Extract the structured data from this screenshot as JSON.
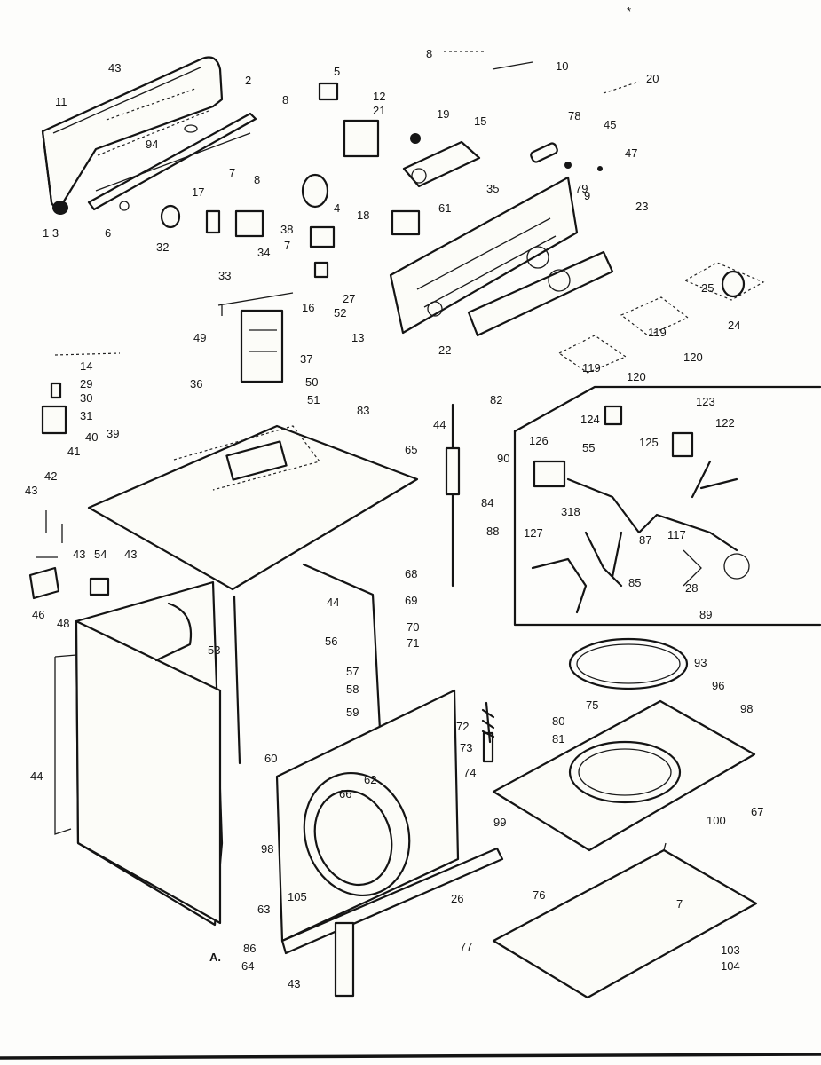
{
  "corner_mark": "*",
  "footer_letter": "A.",
  "callouts": {
    "c1": "43",
    "c2": "11",
    "c3": "2",
    "c4": "8",
    "c5": "5",
    "c6": "12",
    "c7": "21",
    "c8": "19",
    "c9": "15",
    "c10": "8",
    "c11": "10",
    "c12": "20",
    "c13": "78",
    "c14": "45",
    "c15": "47",
    "c16": "79",
    "c17": "94",
    "c18": "8",
    "c19": "7",
    "c20": "17",
    "c21": "38",
    "c22": "4",
    "c23": "7",
    "c24": "18",
    "c25": "61",
    "c26": "35",
    "c27": "9",
    "c28": "23",
    "c29": "1 3",
    "c30": "6",
    "c31": "32",
    "c32": "34",
    "c33": "33",
    "c34": "16",
    "c35": "27",
    "c36": "52",
    "c37": "13",
    "c38": "22",
    "c39": "25",
    "c40": "24",
    "c41": "119",
    "c42": "120",
    "c43": "119",
    "c44": "120",
    "c45": "49",
    "c46": "14",
    "c47": "29",
    "c48": "30",
    "c49": "31",
    "c50": "36",
    "c51": "37",
    "c52": "50",
    "c53": "51",
    "c54": "83",
    "c55": "82",
    "c56": "44",
    "c57": "65",
    "c58": "40",
    "c59": "39",
    "c60": "41",
    "c61": "42",
    "c62": "43",
    "c63": "43",
    "c64": "54",
    "c65": "43",
    "c66": "46",
    "c67": "48",
    "c68": "53",
    "c69": "90",
    "c70": "84",
    "c71": "88",
    "c72": "68",
    "c73": "69",
    "c74": "44",
    "c75": "70",
    "c76": "71",
    "c77": "56",
    "c78": "57",
    "c79": "58",
    "c80": "59",
    "c81": "123",
    "c82": "124",
    "c83": "122",
    "c84": "126",
    "c85": "55",
    "c86": "125",
    "c87": "127",
    "c88": "318",
    "c89": "87",
    "c90": "85",
    "c91": "117",
    "c92": "28",
    "c93": "89",
    "c94": "93",
    "c95": "96",
    "c96": "98",
    "c97": "75",
    "c98": "80",
    "c99": "81",
    "c100": "72",
    "c101": "73",
    "c102": "74",
    "c103": "60",
    "c104": "62",
    "c105": "66",
    "c106": "44",
    "c107": "99",
    "c108": "100",
    "c109": "67",
    "c110": "98",
    "c111": "105",
    "c112": "63",
    "c113": "86",
    "c114": "64",
    "c115": "43",
    "c116": "26",
    "c117": "77",
    "c118": "76",
    "c119": "7",
    "c120": "103",
    "c121": "104"
  }
}
